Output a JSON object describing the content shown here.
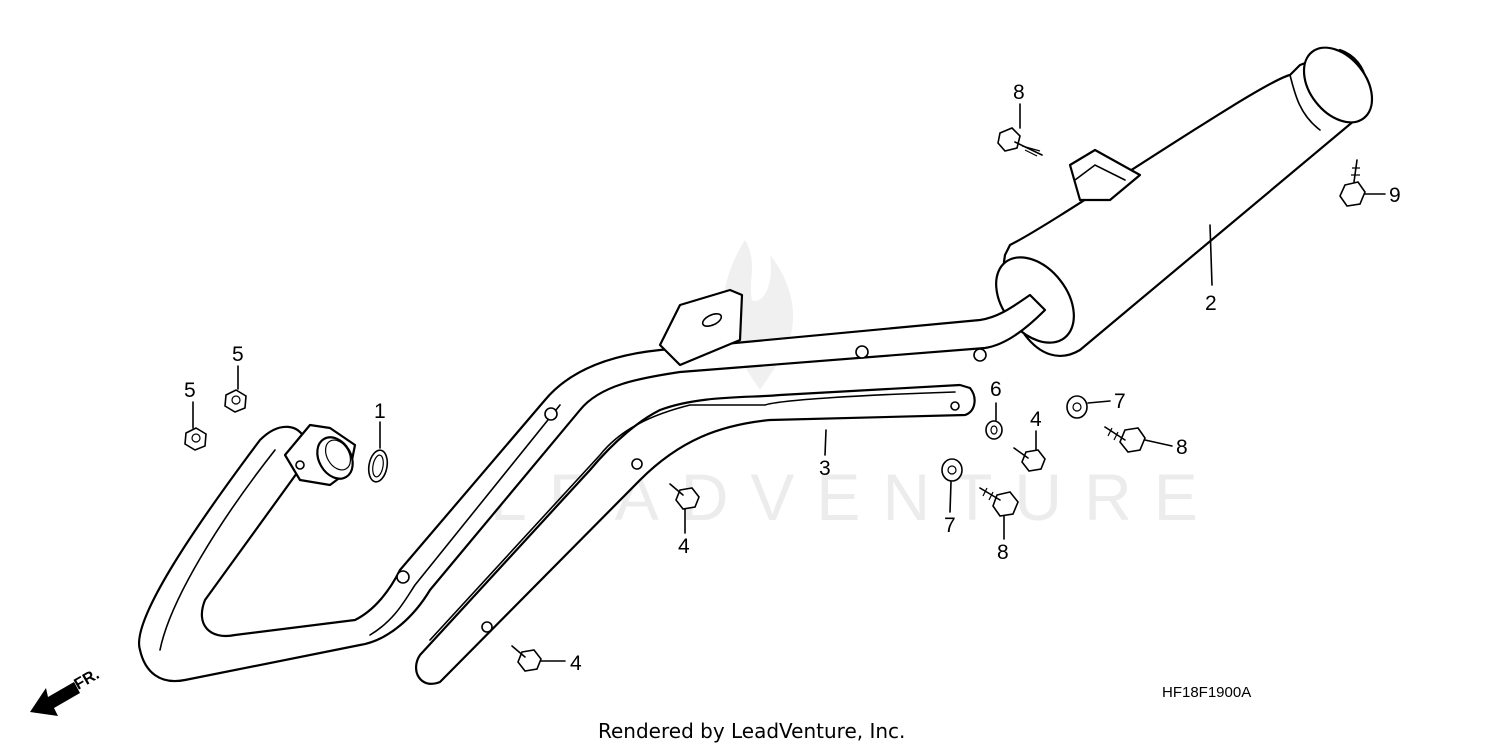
{
  "diagram": {
    "callouts": [
      {
        "id": "1",
        "label": "1"
      },
      {
        "id": "2",
        "label": "2"
      },
      {
        "id": "3",
        "label": "3"
      },
      {
        "id": "4a",
        "label": "4"
      },
      {
        "id": "4b",
        "label": "4"
      },
      {
        "id": "4c",
        "label": "4"
      },
      {
        "id": "5a",
        "label": "5"
      },
      {
        "id": "5b",
        "label": "5"
      },
      {
        "id": "6",
        "label": "6"
      },
      {
        "id": "7a",
        "label": "7"
      },
      {
        "id": "7b",
        "label": "7"
      },
      {
        "id": "8a",
        "label": "8"
      },
      {
        "id": "8b",
        "label": "8"
      },
      {
        "id": "8c",
        "label": "8"
      },
      {
        "id": "9",
        "label": "9"
      }
    ],
    "diagram_code": "HF18F1900A",
    "front_marker": "FR.",
    "credit": "Rendered by LeadVenture, Inc.",
    "watermark": "LEADVENTURE"
  }
}
